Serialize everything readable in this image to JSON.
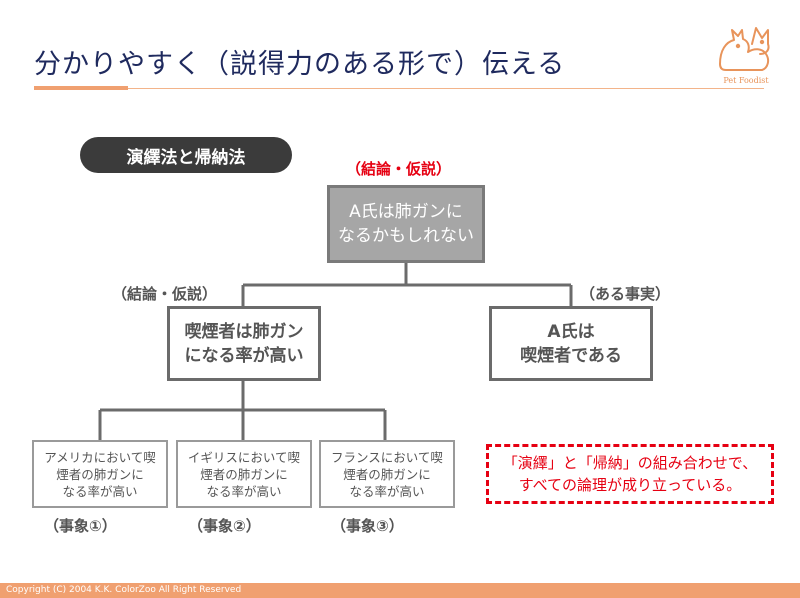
{
  "header": {
    "title": "分かりやすく（説得力のある形で）伝える",
    "logo_text": "Pet Foodist",
    "logo_icon": "cat-dog-icon"
  },
  "section_label": "演繹法と帰納法",
  "diagram": {
    "top": {
      "tag": "（結論・仮説）",
      "lines": [
        "A氏は肺ガンに",
        "なるかもしれない"
      ]
    },
    "left": {
      "tag": "（結論・仮説）",
      "lines": [
        "喫煙者は肺ガン",
        "になる率が高い"
      ]
    },
    "right": {
      "tag": "（ある事実）",
      "lines": [
        "A氏は",
        "喫煙者である"
      ]
    },
    "leaves": [
      {
        "lines": [
          "アメリカにおいて喫",
          "煙者の肺ガンに",
          "なる率が高い"
        ],
        "caption": "（事象①）"
      },
      {
        "lines": [
          "イギリスにおいて喫",
          "煙者の肺ガンに",
          "なる率が高い"
        ],
        "caption": "（事象②）"
      },
      {
        "lines": [
          "フランスにおいて喫",
          "煙者の肺ガンに",
          "なる率が高い"
        ],
        "caption": "（事象③）"
      }
    ]
  },
  "callout": {
    "lines": [
      "「演繹」と「帰納」の組み合わせで、",
      "すべての論理が成り立っている。"
    ]
  },
  "footer": "Copyright (C) 2004 K.K. ColorZoo All Right Reserved",
  "colors": {
    "title": "#1f2a5e",
    "accent": "#f0a070",
    "highlight_red": "#e60012",
    "top_node_fill": "#a6a6a6"
  }
}
